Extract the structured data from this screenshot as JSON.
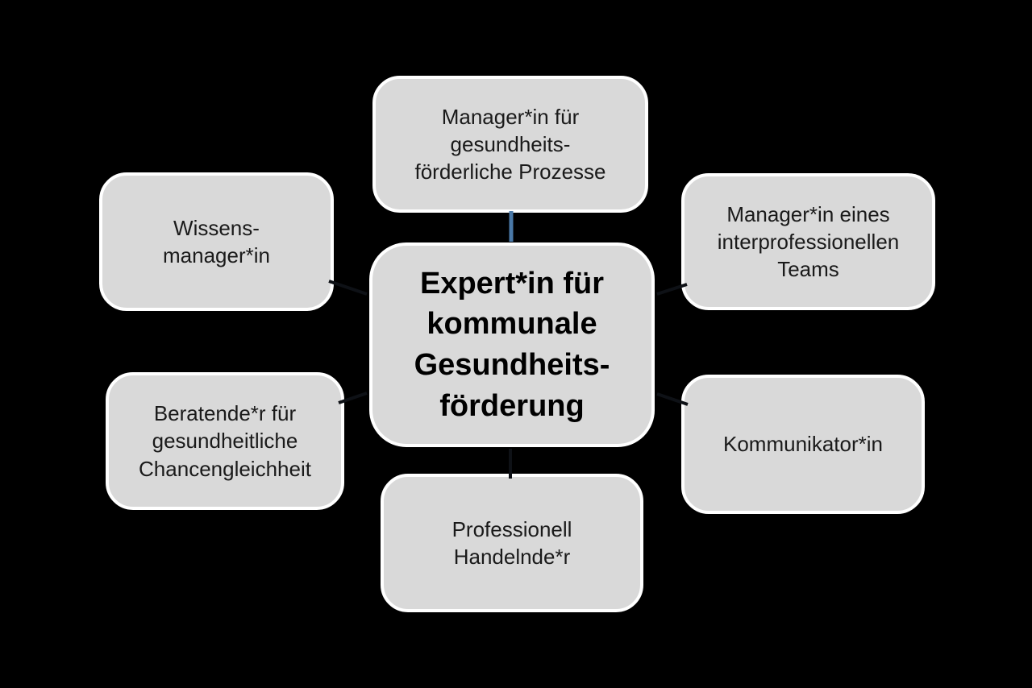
{
  "colors": {
    "background": "#000000",
    "node_fill": "#d9d9d9",
    "node_border": "#ffffff",
    "connector_highlight": "#4a79a8",
    "connector_dark": "#0e1116",
    "text": "#1a1a1a"
  },
  "diagram": {
    "center_node": {
      "label": "Expert*in für\nkommunale\nGesundheits-\nförderung"
    },
    "satellite_nodes": [
      {
        "id": "manager-prozesse",
        "label": "Manager*in für\ngesundheits-\nförderliche Prozesse"
      },
      {
        "id": "wissensmanager",
        "label": "Wissens-\nmanager*in"
      },
      {
        "id": "manager-teams",
        "label": "Manager*in eines\ninterprofessionellen\nTeams"
      },
      {
        "id": "beratende",
        "label": "Beratende*r für\ngesundheitliche\nChancengleichheit"
      },
      {
        "id": "kommunikator",
        "label": "Kommunikator*in"
      },
      {
        "id": "professionell",
        "label": "Professionell\nHandelnde*r"
      }
    ]
  }
}
